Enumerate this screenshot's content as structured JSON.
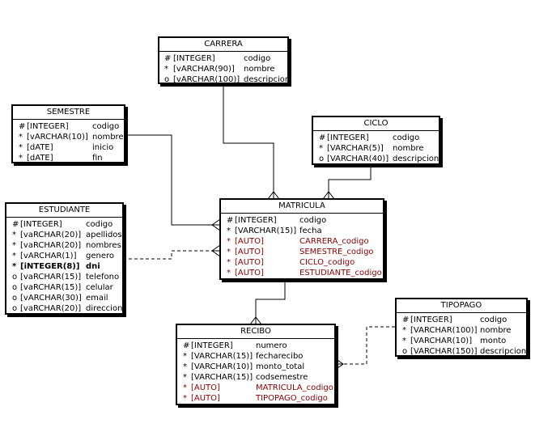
{
  "entities": {
    "carrera": {
      "title": "CARRERA",
      "attributes": [
        {
          "marker": "#",
          "type": "[INTEGER]",
          "name": "codigo"
        },
        {
          "marker": "*",
          "type": "[vARCHAR(90)]",
          "name": "nombre"
        },
        {
          "marker": "o",
          "type": "[vARCHAR(100)]",
          "name": "descripcion"
        }
      ]
    },
    "semestre": {
      "title": "SEMESTRE",
      "attributes": [
        {
          "marker": "#",
          "type": "[INTEGER]",
          "name": "codigo"
        },
        {
          "marker": "*",
          "type": "[vARCHAR(10)]",
          "name": "nombre"
        },
        {
          "marker": "*",
          "type": "[dATE]",
          "name": "inicio"
        },
        {
          "marker": "*",
          "type": "[dATE]",
          "name": "fin"
        }
      ]
    },
    "ciclo": {
      "title": "CICLO",
      "attributes": [
        {
          "marker": "#",
          "type": "[INTEGER]",
          "name": "codigo"
        },
        {
          "marker": "*",
          "type": "[VARCHAR(5)]",
          "name": "nombre"
        },
        {
          "marker": "o",
          "type": "[VARCHAR(40)]",
          "name": "descripcion"
        }
      ]
    },
    "estudiante": {
      "title": "ESTUDIANTE",
      "attributes": [
        {
          "marker": "#",
          "type": "[INTEGER]",
          "name": "codigo"
        },
        {
          "marker": "*",
          "type": "[vaRCHAR(20)]",
          "name": "apellidos"
        },
        {
          "marker": "*",
          "type": "[vaRCHAR(20)]",
          "name": "nombres"
        },
        {
          "marker": "*",
          "type": "[vARCHAR(1)]",
          "name": "genero"
        },
        {
          "marker": "*",
          "type": "[iNTEGER(8)]",
          "name": "dni",
          "bold": true
        },
        {
          "marker": "o",
          "type": "[vaRCHAR(15)]",
          "name": "telefono"
        },
        {
          "marker": "o",
          "type": "[vaRCHAR(15)]",
          "name": "celular"
        },
        {
          "marker": "o",
          "type": "[vARCHAR(30)]",
          "name": "email"
        },
        {
          "marker": "o",
          "type": "[vaRCHAR(20)]",
          "name": "direccion"
        }
      ]
    },
    "matricula": {
      "title": "MATRICULA",
      "attributes": [
        {
          "marker": "#",
          "type": "[INTEGER]",
          "name": "codigo"
        },
        {
          "marker": "*",
          "type": "[VARCHAR(15)]",
          "name": "fecha"
        },
        {
          "marker": "*",
          "type": "[AUTO]",
          "name": "CARRERA_codigo",
          "fk": true
        },
        {
          "marker": "*",
          "type": "[AUTO]",
          "name": "SEMESTRE_codigo",
          "fk": true
        },
        {
          "marker": "*",
          "type": "[AUTO]",
          "name": "CICLO_codigo",
          "fk": true
        },
        {
          "marker": "*",
          "type": "[AUTO]",
          "name": "ESTUDIANTE_codigo",
          "fk": true
        }
      ]
    },
    "recibo": {
      "title": "RECIBO",
      "attributes": [
        {
          "marker": "#",
          "type": "[INTEGER]",
          "name": "numero"
        },
        {
          "marker": "*",
          "type": "[VARCHAR(15)]",
          "name": "fecharecibo"
        },
        {
          "marker": "*",
          "type": "[VARCHAR(10)]",
          "name": "monto_total"
        },
        {
          "marker": "*",
          "type": "[VARCHAR(15)]",
          "name": "codsemestre"
        },
        {
          "marker": "*",
          "type": "[AUTO]",
          "name": "MATRICULA_codigo",
          "fk": true
        },
        {
          "marker": "*",
          "type": "[AUTO]",
          "name": "TIPOPAGO_codigo",
          "fk": true
        }
      ]
    },
    "tipopago": {
      "title": "TIPOPAGO",
      "attributes": [
        {
          "marker": "#",
          "type": "[INTEGER]",
          "name": "codigo"
        },
        {
          "marker": "*",
          "type": "[VARCHAR(100)]",
          "name": "nombre"
        },
        {
          "marker": "*",
          "type": "[VARCHAR(10)]",
          "name": "monto"
        },
        {
          "marker": "o",
          "type": "[VARCHAR(150)]",
          "name": "descripcion"
        }
      ]
    }
  },
  "relationships": [
    {
      "from": "carrera",
      "to": "matricula",
      "style": "solid"
    },
    {
      "from": "semestre",
      "to": "matricula",
      "style": "solid"
    },
    {
      "from": "ciclo",
      "to": "matricula",
      "style": "solid"
    },
    {
      "from": "estudiante",
      "to": "matricula",
      "style": "dashed"
    },
    {
      "from": "matricula",
      "to": "recibo",
      "style": "solid"
    },
    {
      "from": "tipopago",
      "to": "recibo",
      "style": "dashed"
    }
  ],
  "colors": {
    "line": "#000000",
    "foreign_key_text": "#8b0000",
    "background": "#ffffff"
  }
}
